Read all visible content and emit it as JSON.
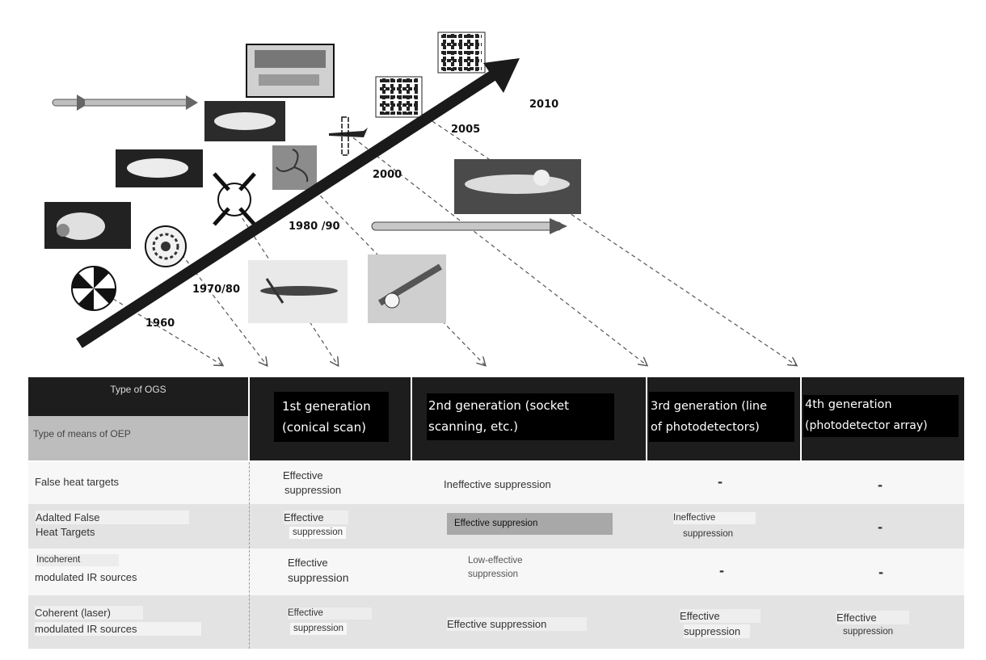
{
  "timeline": {
    "years": [
      "1960",
      "1970/80",
      "1980 /90",
      "2000",
      "2005",
      "2010"
    ]
  },
  "table": {
    "corner_top": "Type of OGS",
    "corner_bottom": "Type of means of OEP",
    "generations": [
      {
        "line1": "1st generation",
        "line2": "(conical scan)"
      },
      {
        "line1": "2nd generation (socket",
        "line2": "scanning, etc.)"
      },
      {
        "line1": "3rd generation (line",
        "line2": "of photodetectors)"
      },
      {
        "line1": "4th generation",
        "line2": "(photodetector array)"
      }
    ],
    "rows": [
      {
        "label1": "False heat targets",
        "label2": "",
        "cells": [
          [
            "Effective",
            "suppression"
          ],
          [
            "Ineffective suppression",
            ""
          ],
          [
            "-",
            ""
          ],
          [
            "-",
            ""
          ]
        ]
      },
      {
        "label1": "Adalted False",
        "label2": "Heat Targets",
        "cells": [
          [
            "Effective",
            "suppression"
          ],
          [
            "Effective suppresion",
            ""
          ],
          [
            "Ineffective",
            "suppression"
          ],
          [
            "-",
            ""
          ]
        ]
      },
      {
        "label1": "Incoherent",
        "label2": "modulated IR sources",
        "cells": [
          [
            "Effective",
            "suppression"
          ],
          [
            "Low-effective",
            "suppression"
          ],
          [
            "-",
            ""
          ],
          [
            "-",
            ""
          ]
        ]
      },
      {
        "label1": "Coherent (laser)",
        "label2": "modulated IR sources",
        "cells": [
          [
            "Effective",
            "suppression"
          ],
          [
            "Effective suppression",
            ""
          ],
          [
            "Effective",
            "suppression"
          ],
          [
            "Effective",
            "suppression"
          ]
        ]
      }
    ]
  },
  "colors": {
    "arrow": "#1a1a1a",
    "header_bg": "#1d1d1d",
    "row_light": "#f7f7f7",
    "row_dark": "#e3e3e3"
  }
}
